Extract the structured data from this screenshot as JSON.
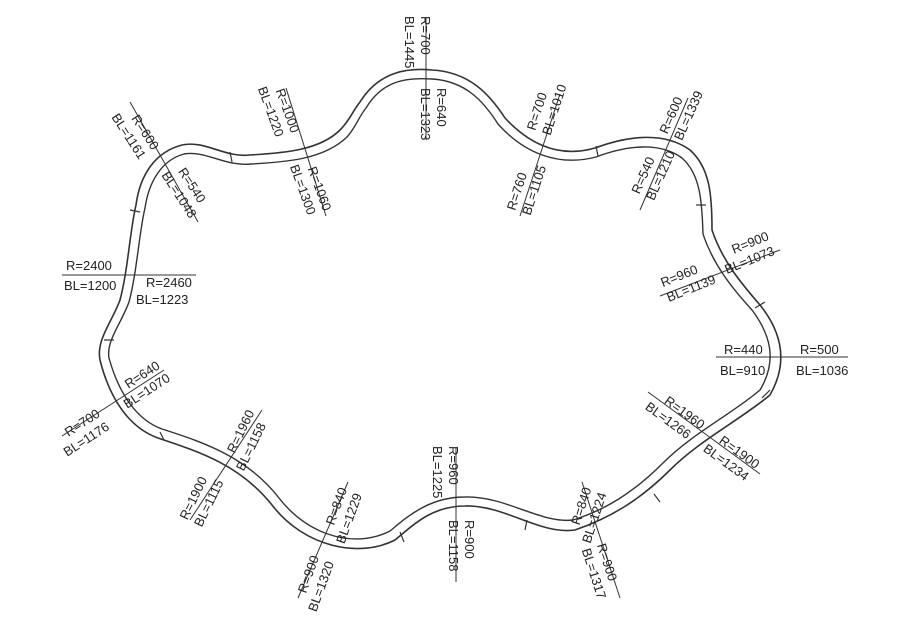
{
  "colors": {
    "line": "#333333",
    "text": "#222222",
    "background": "#ffffff"
  },
  "labels": [
    {
      "id": "t1-out",
      "r": "R=700",
      "bl": "BL=1445"
    },
    {
      "id": "t1-in",
      "r": "R=640",
      "bl": "BL=1323"
    },
    {
      "id": "t2-out",
      "r": "R=700",
      "bl": "BL=1010"
    },
    {
      "id": "t2-in",
      "r": "R=760",
      "bl": "BL=1105"
    },
    {
      "id": "t3-out",
      "r": "R=600",
      "bl": "BL=1339"
    },
    {
      "id": "t3-in",
      "r": "R=540",
      "bl": "BL=1210"
    },
    {
      "id": "t4-out",
      "r": "R=900",
      "bl": "BL=1073"
    },
    {
      "id": "t4-in",
      "r": "R=960",
      "bl": "BL=1139"
    },
    {
      "id": "t5-out",
      "r": "R=500",
      "bl": "BL=1036"
    },
    {
      "id": "t5-in",
      "r": "R=440",
      "bl": "BL=910"
    },
    {
      "id": "t6-in",
      "r": "R=1960",
      "bl": "BL=1266"
    },
    {
      "id": "t6-out",
      "r": "R=1900",
      "bl": "BL=1234"
    },
    {
      "id": "t7-in",
      "r": "R=840",
      "bl": "BL=1224"
    },
    {
      "id": "t7-out",
      "r": "R=900",
      "bl": "BL=1317"
    },
    {
      "id": "t8-in",
      "r": "R=960",
      "bl": "BL=1225"
    },
    {
      "id": "t8-out",
      "r": "R=900",
      "bl": "BL=1158"
    },
    {
      "id": "t9-in",
      "r": "R=840",
      "bl": "BL=1229"
    },
    {
      "id": "t9-out",
      "r": "R=900",
      "bl": "BL=1320"
    },
    {
      "id": "t10-in",
      "r": "R=1960",
      "bl": "BL=1158"
    },
    {
      "id": "t10-out",
      "r": "R=1900",
      "bl": "BL=1115"
    },
    {
      "id": "t11-in",
      "r": "R=640",
      "bl": "BL=1070"
    },
    {
      "id": "t11-out",
      "r": "R=700",
      "bl": "BL=1176"
    },
    {
      "id": "t12-out",
      "r": "R=2400",
      "bl": "BL=1200"
    },
    {
      "id": "t12-in",
      "r": "R=2460",
      "bl": "BL=1223"
    },
    {
      "id": "t13-out",
      "r": "R=600",
      "bl": "BL=1161"
    },
    {
      "id": "t13-in",
      "r": "R=540",
      "bl": "BL=1048"
    },
    {
      "id": "t14-out",
      "r": "R=1000",
      "bl": "BL=1220"
    },
    {
      "id": "t14-in",
      "r": "R=1060",
      "bl": "BL=1300"
    }
  ]
}
